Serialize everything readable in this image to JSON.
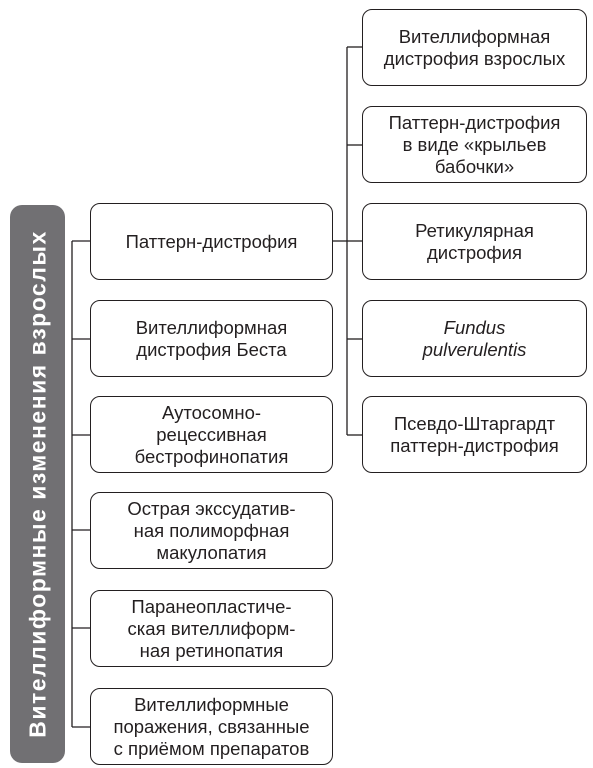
{
  "diagram": {
    "root": {
      "label": "Вителлиформные изменения взрослых"
    },
    "left_nodes": [
      {
        "label": "Паттерн-дистрофия"
      },
      {
        "label": "Вителлиформная\nдистрофия Беста"
      },
      {
        "label": "Аутосомно-\nрецессивная\nбестрофинопатия"
      },
      {
        "label": "Острая экссудатив-\nная полиморфная\nмакулопатия"
      },
      {
        "label": "Паранеопластиче-\nская вителлиформ-\nная ретинопатия"
      },
      {
        "label": "Вителлиформные\nпоражения, связанные\nс приёмом препаратов"
      }
    ],
    "right_nodes": [
      {
        "label": "Вителлиформная\nдистрофия взрослых",
        "italic": false
      },
      {
        "label": "Паттерн-дистрофия\nв виде «крыльев\nбабочки»",
        "italic": false
      },
      {
        "label": "Ретикулярная\nдистрофия",
        "italic": false
      },
      {
        "label": "Fundus\npulverulentis",
        "italic": true
      },
      {
        "label": "Псевдо-Штаргардт\nпаттерн-дистрофия",
        "italic": false
      }
    ],
    "colors": {
      "root_fill": "#717073",
      "root_text": "#ffffff",
      "line": "#231f20",
      "node_border": "#231f20"
    }
  }
}
